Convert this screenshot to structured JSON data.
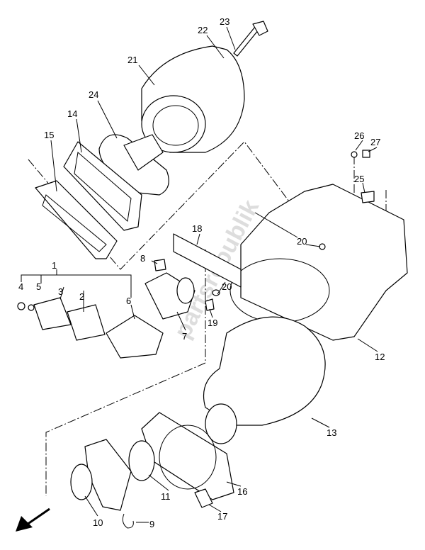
{
  "diagram": {
    "watermark": "partsrepublik",
    "labels": {
      "l1": "1",
      "l2": "2",
      "l3": "3",
      "l4": "4",
      "l5": "5",
      "l6": "6",
      "l7": "7",
      "l8": "8",
      "l9": "9",
      "l10": "10",
      "l11": "11",
      "l12": "12",
      "l13": "13",
      "l14": "14",
      "l15": "15",
      "l16": "16",
      "l17": "17",
      "l18": "18",
      "l19": "19",
      "l20a": "20",
      "l20b": "20",
      "l21": "21",
      "l22": "22",
      "l23": "23",
      "l24": "24",
      "l25": "25",
      "l26": "26",
      "l27": "27"
    }
  }
}
